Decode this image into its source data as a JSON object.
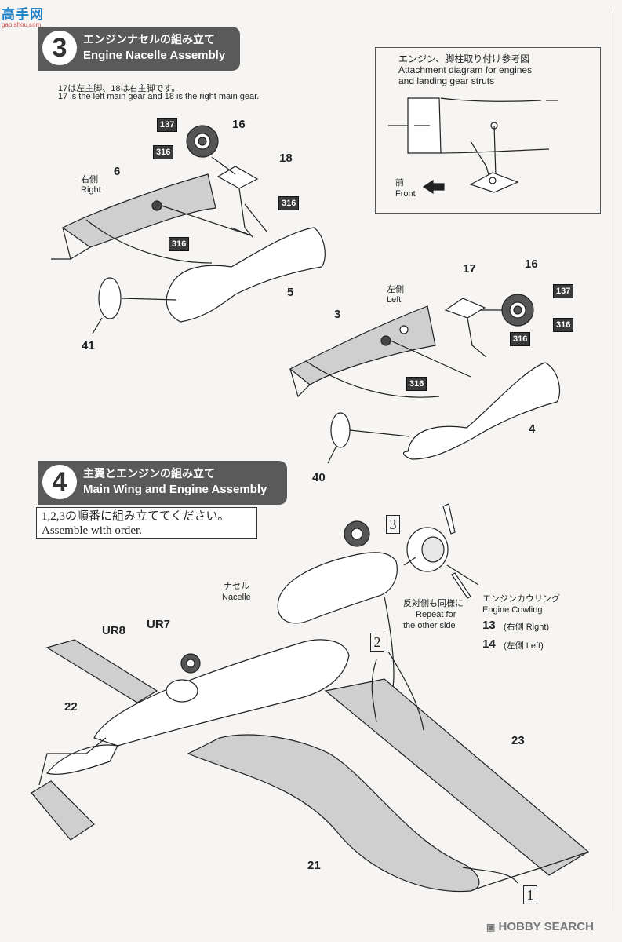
{
  "logo": {
    "text": "高手网",
    "sub": "gao.shou.com"
  },
  "step3": {
    "number": "3",
    "title_jp": "エンジンナセルの組み立て",
    "title_en": "Engine Nacelle Assembly",
    "note_jp": "17は左主脚、18は右主脚です。",
    "note_en": "17 is the left main gear and 18 is the right main gear.",
    "right_jp": "右側",
    "right_en": "Right",
    "left_jp": "左側",
    "left_en": "Left",
    "parts": {
      "p16a": "16",
      "p18": "18",
      "p6": "6",
      "p5": "5",
      "p41": "41",
      "p17": "17",
      "p16b": "16",
      "p3": "3",
      "p4": "4",
      "p40": "40"
    },
    "refs": {
      "r137a": "137",
      "r316a": "316",
      "r316b": "316",
      "r316c": "316",
      "r137b": "137",
      "r316d": "316",
      "r316e": "316",
      "r316f": "316"
    }
  },
  "attachment": {
    "title_jp": "エンジン、脚柱取り付け参考図",
    "title_en_1": "Attachment diagram for engines",
    "title_en_2": "and landing gear struts",
    "front_jp": "前",
    "front_en": "Front"
  },
  "step4": {
    "number": "4",
    "title_jp": "主翼とエンジンの組み立て",
    "title_en": "Main Wing and Engine Assembly",
    "order_jp": "1,2,3の順番に組み立ててください。",
    "order_en": "Assemble with order.",
    "nacelle_jp": "ナセル",
    "nacelle_en": "Nacelle",
    "repeat_jp": "反対側も同様に",
    "repeat_en_1": "Repeat for",
    "repeat_en_2": "the other side",
    "cowling_jp": "エンジンカウリング",
    "cowling_en": "Engine Cowling",
    "c13": "13",
    "c13_side": "(右側 Right)",
    "c14": "14",
    "c14_side": "(左側 Left)",
    "parts": {
      "ur8": "UR8",
      "ur7": "UR7",
      "p22": "22",
      "p23": "23",
      "p21": "21"
    },
    "order_marks": {
      "m1": "1",
      "m2": "2",
      "m3": "3"
    }
  },
  "watermark": "HOBBY SEARCH"
}
